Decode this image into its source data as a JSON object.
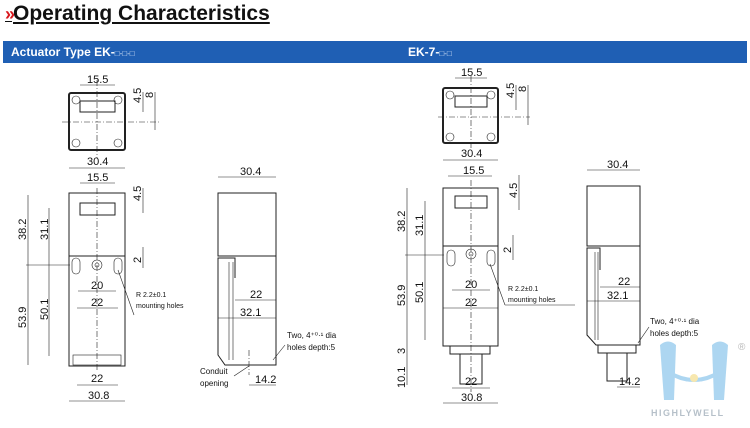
{
  "header": {
    "title": "Operating Characteristics",
    "chevron": "»"
  },
  "bar": {
    "left_label": "Actuator Type  EK-",
    "left_suffix": "□-□-□",
    "right_label": "EK-7-",
    "right_suffix": "□-□"
  },
  "dims": {
    "d15_5": "15.5",
    "d4_5": "4.5",
    "d8": "8",
    "d30_4": "30.4",
    "d38_2": "38.2",
    "d31_1": "31.1",
    "d2": "2",
    "d20": "20",
    "d22": "22",
    "d53_9": "53.9",
    "d50_1": "50.1",
    "d30_8": "30.8",
    "d32_1": "32.1",
    "d14_2": "14.2",
    "d3": "3",
    "d10_1": "10.1"
  },
  "notes": {
    "radius_1": "R 2.2±0.1",
    "radius_2": "mounting holes",
    "holes_1": "Two, 4⁺⁰·¹ dia",
    "holes_2": "holes depth:5",
    "conduit_1": "Conduit",
    "conduit_2": "opening"
  },
  "logo": {
    "text": "HIGHLYWELL",
    "mark": "®",
    "color": "#9fd0ef"
  }
}
